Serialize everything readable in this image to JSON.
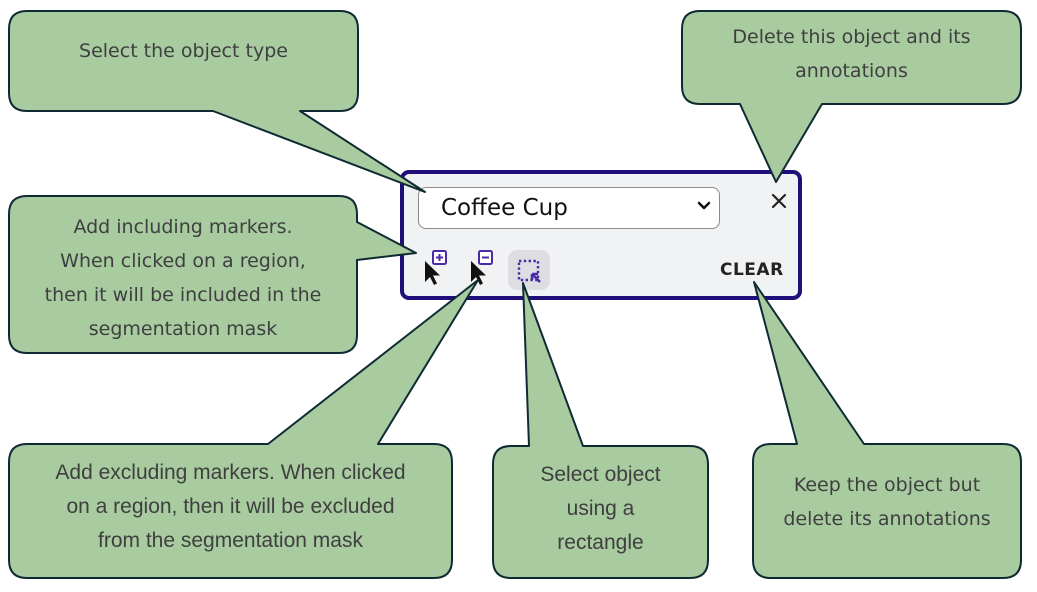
{
  "colors": {
    "callout_fill": "#a8cba0",
    "callout_stroke": "#0f2a33",
    "panel_border": "#1f0f7a",
    "panel_bg": "#f1f2f4",
    "tool_accent": "#4b2aa8"
  },
  "panel": {
    "object_type_select": {
      "value": "Coffee Cup",
      "icon": "chevron-down-icon"
    },
    "close_button": {
      "icon": "close-icon"
    },
    "tools": [
      {
        "name": "include-marker",
        "icon": "cursor-plus-icon"
      },
      {
        "name": "exclude-marker",
        "icon": "cursor-minus-icon"
      },
      {
        "name": "rectangle-select",
        "icon": "dotted-rect-select-icon",
        "active": true
      }
    ],
    "clear_label": "CLEAR"
  },
  "callouts": {
    "select_type": {
      "lines": [
        "Select the object type"
      ]
    },
    "delete_object": {
      "lines": [
        "Delete this object and its",
        "annotations"
      ]
    },
    "include_markers": {
      "lines": [
        "Add including markers.",
        "When clicked on a region,",
        "then it will be included in the",
        "segmentation mask"
      ]
    },
    "exclude_markers": {
      "lines": [
        "Add excluding markers. When clicked",
        "on a region, then it will be excluded",
        "from the segmentation mask"
      ]
    },
    "rectangle_select": {
      "lines": [
        "Select object",
        "using a",
        "rectangle"
      ]
    },
    "clear_annotations": {
      "lines": [
        "Keep the object but",
        "delete its annotations"
      ]
    }
  }
}
